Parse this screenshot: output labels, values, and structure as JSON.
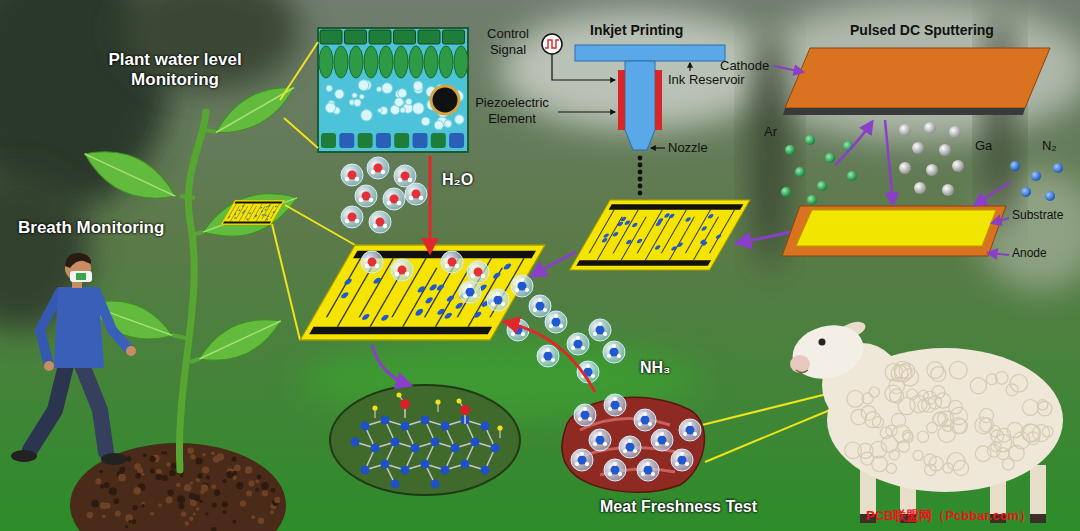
{
  "diagram": {
    "labels": [
      "Plant water level Monitoring",
      "Breath Monitoring",
      "H₂O",
      "Control Signal",
      "Inkjet Printing",
      "Ink Reservoir",
      "Piezoelectric Element",
      "Nozzle",
      "Pulsed DC Sputtering",
      "Cathode",
      "Ar",
      "Ga",
      "N₂",
      "Substrate",
      "Anode",
      "NH₃",
      "Meat Freshness Test",
      "PCB联盟网（Pcbbar.com）"
    ]
  }
}
